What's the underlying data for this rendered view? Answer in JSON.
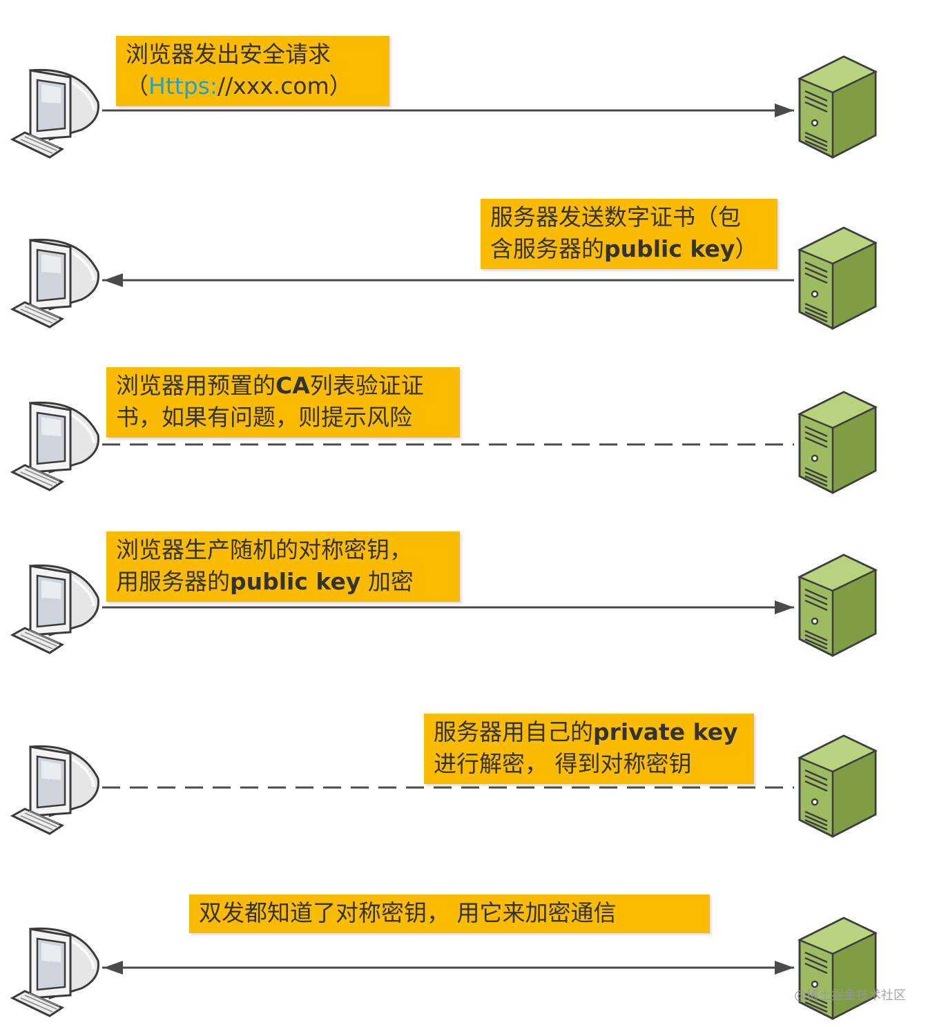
{
  "steps": [
    {
      "direction": "to-server",
      "style": "solid",
      "note": {
        "lines": [
          [
            {
              "text": "浏览器发出安全请求"
            }
          ],
          [
            {
              "text": "（"
            },
            {
              "text": "Https:",
              "style": "url"
            },
            {
              "text": "//xxx.com）"
            }
          ]
        ]
      }
    },
    {
      "direction": "to-client",
      "style": "solid",
      "note": {
        "lines": [
          [
            {
              "text": "服务器发送数字证书（包"
            }
          ],
          [
            {
              "text": "含服务器的"
            },
            {
              "text": "public key",
              "style": "bold"
            },
            {
              "text": "）"
            }
          ]
        ]
      }
    },
    {
      "direction": "none",
      "style": "dashed",
      "note": {
        "lines": [
          [
            {
              "text": "浏览器用预置的"
            },
            {
              "text": "CA",
              "style": "bold"
            },
            {
              "text": "列表验证证"
            }
          ],
          [
            {
              "text": "书，如果有问题，则提示风险"
            }
          ]
        ]
      }
    },
    {
      "direction": "to-server",
      "style": "solid",
      "note": {
        "lines": [
          [
            {
              "text": "浏览器生产随机的对称密钥，"
            }
          ],
          [
            {
              "text": "用服务器的"
            },
            {
              "text": "public key",
              "style": "bold"
            },
            {
              "text": " 加密"
            }
          ]
        ]
      }
    },
    {
      "direction": "none",
      "style": "dashed",
      "note": {
        "lines": [
          [
            {
              "text": "服务器用自己的"
            },
            {
              "text": "private key",
              "style": "bold"
            }
          ],
          [
            {
              "text": "进行解密，  得到对称密钥"
            }
          ]
        ]
      }
    },
    {
      "direction": "both",
      "style": "solid",
      "note": {
        "lines": [
          [
            {
              "text": "双发都知道了对称密钥，  用它来加密通信"
            }
          ]
        ]
      }
    }
  ],
  "watermark": "@稀土掘金技术社区",
  "colors": {
    "note_bg": "#fbbc00",
    "url_text": "#1aa0dc",
    "line": "#4a4a4a",
    "server_green": "#9dbb61"
  }
}
